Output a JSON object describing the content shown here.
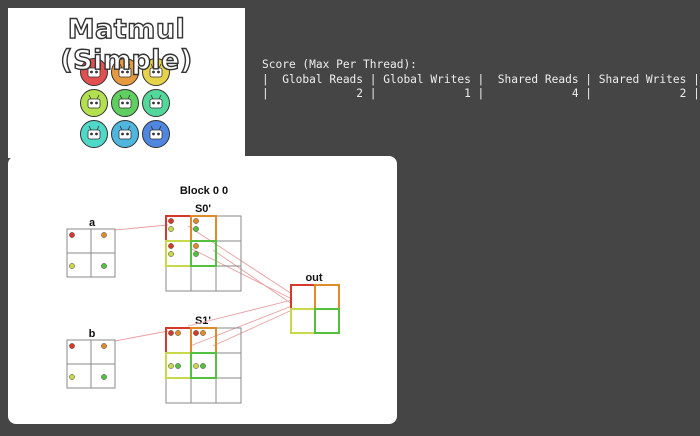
{
  "title": "Matmul (Simple)",
  "thread_colors": [
    "#e05050",
    "#e69a40",
    "#e6d34a",
    "#b3e04f",
    "#5fd05f",
    "#52d89a",
    "#4fd8c8",
    "#4fb6e0",
    "#4f87e0"
  ],
  "score": {
    "heading": "Score (Max Per Thread):",
    "header_row": "|  Global Reads | Global Writes |  Shared Reads | Shared Writes |",
    "value_row": "|             2 |             1 |             4 |             2 |"
  },
  "diagram": {
    "block_label": "Block 0 0",
    "labels": {
      "a": "a",
      "b": "b",
      "s0": "S0'",
      "s1": "S1'",
      "out": "out"
    }
  },
  "colors": {
    "background": "#454545",
    "panel": "#ffffff",
    "grid_line": "#888888",
    "link": "#e6a0a0",
    "red": "#d43a2a",
    "orange": "#e08a2a",
    "yellow_green": "#c8d84a",
    "green": "#55c040"
  }
}
